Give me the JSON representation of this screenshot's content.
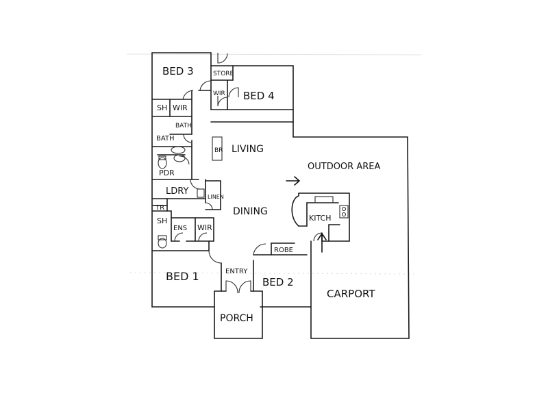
{
  "rooms": {
    "bed3": "BED 3",
    "store": "STORE",
    "wir_top": "WIR",
    "bed4": "BED 4",
    "sh_top": "SH",
    "wir_bath": "WIR",
    "bath_small": "BATH",
    "bath": "BATH",
    "pdr": "PDR",
    "br": "BR",
    "living": "LIVING",
    "outdoor": "OUTDOOR AREA",
    "ldry": "LDRY",
    "linen": "LINEN",
    "dining": "DINING",
    "tr": "TR",
    "sh_ens": "SH",
    "ens": "ENS",
    "wir_bed1": "WIR",
    "kitch": "KITCH",
    "robe": "ROBE",
    "bed1": "BED 1",
    "entry": "ENTRY",
    "bed2": "BED 2",
    "carport": "CARPORT",
    "porch": "PORCH"
  }
}
